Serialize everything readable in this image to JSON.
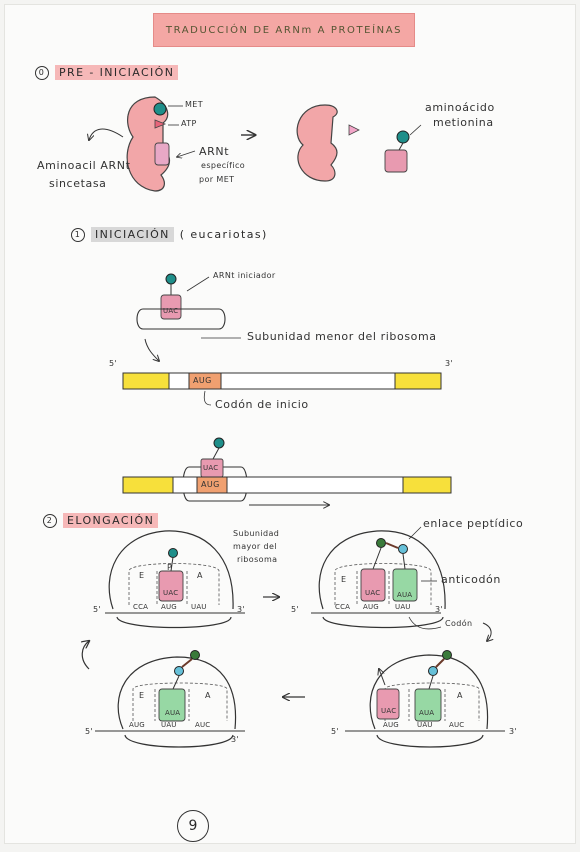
{
  "title": "TRADUCCIÓN DE ARNm A PROTEÍNAS",
  "sections": {
    "s0": {
      "number": "0",
      "title": "PRE - INICIACIÓN"
    },
    "s1": {
      "number": "1",
      "title": "INICIACIÓN",
      "note": "( eucariotas)"
    },
    "s2": {
      "number": "2",
      "title": "ELONGACIÓN"
    }
  },
  "pre": {
    "met": "MET",
    "atp": "ATP",
    "enzyme": [
      "Aminoacil ARNt",
      "sincetasa"
    ],
    "arnt": [
      "ARNt",
      "específico",
      "por MET"
    ],
    "product": [
      "aminoácido",
      "metionina"
    ]
  },
  "init": {
    "arnt_label": "ARNt iniciador",
    "anticodon": "UAC",
    "subunit_label": "Subunidad menor del ribosoma",
    "five": "5'",
    "three": "3'",
    "start_codon": "AUG",
    "codon_label": "Codón de inicio"
  },
  "elong": {
    "large_subunit": [
      "Subunidad",
      "mayor del",
      "ribosoma"
    ],
    "peptide_bond": "enlace peptídico",
    "anticodon_label": "anticodón",
    "codon_label": "Codón",
    "sites": {
      "e": "E",
      "p": "P",
      "a": "A"
    },
    "codons": [
      "CCA",
      "AUG",
      "UAU",
      "AUC"
    ],
    "anticodons": [
      "UAC",
      "AUA"
    ],
    "five": "5'",
    "three": "3'"
  },
  "colors": {
    "title_bg": "#f4a7a4",
    "pink": "#f2a6a8",
    "green": "#97d8a4",
    "yellow": "#f7e03b",
    "orange": "#f0a070",
    "teal": "#1f8f8a"
  },
  "page_number": "9"
}
